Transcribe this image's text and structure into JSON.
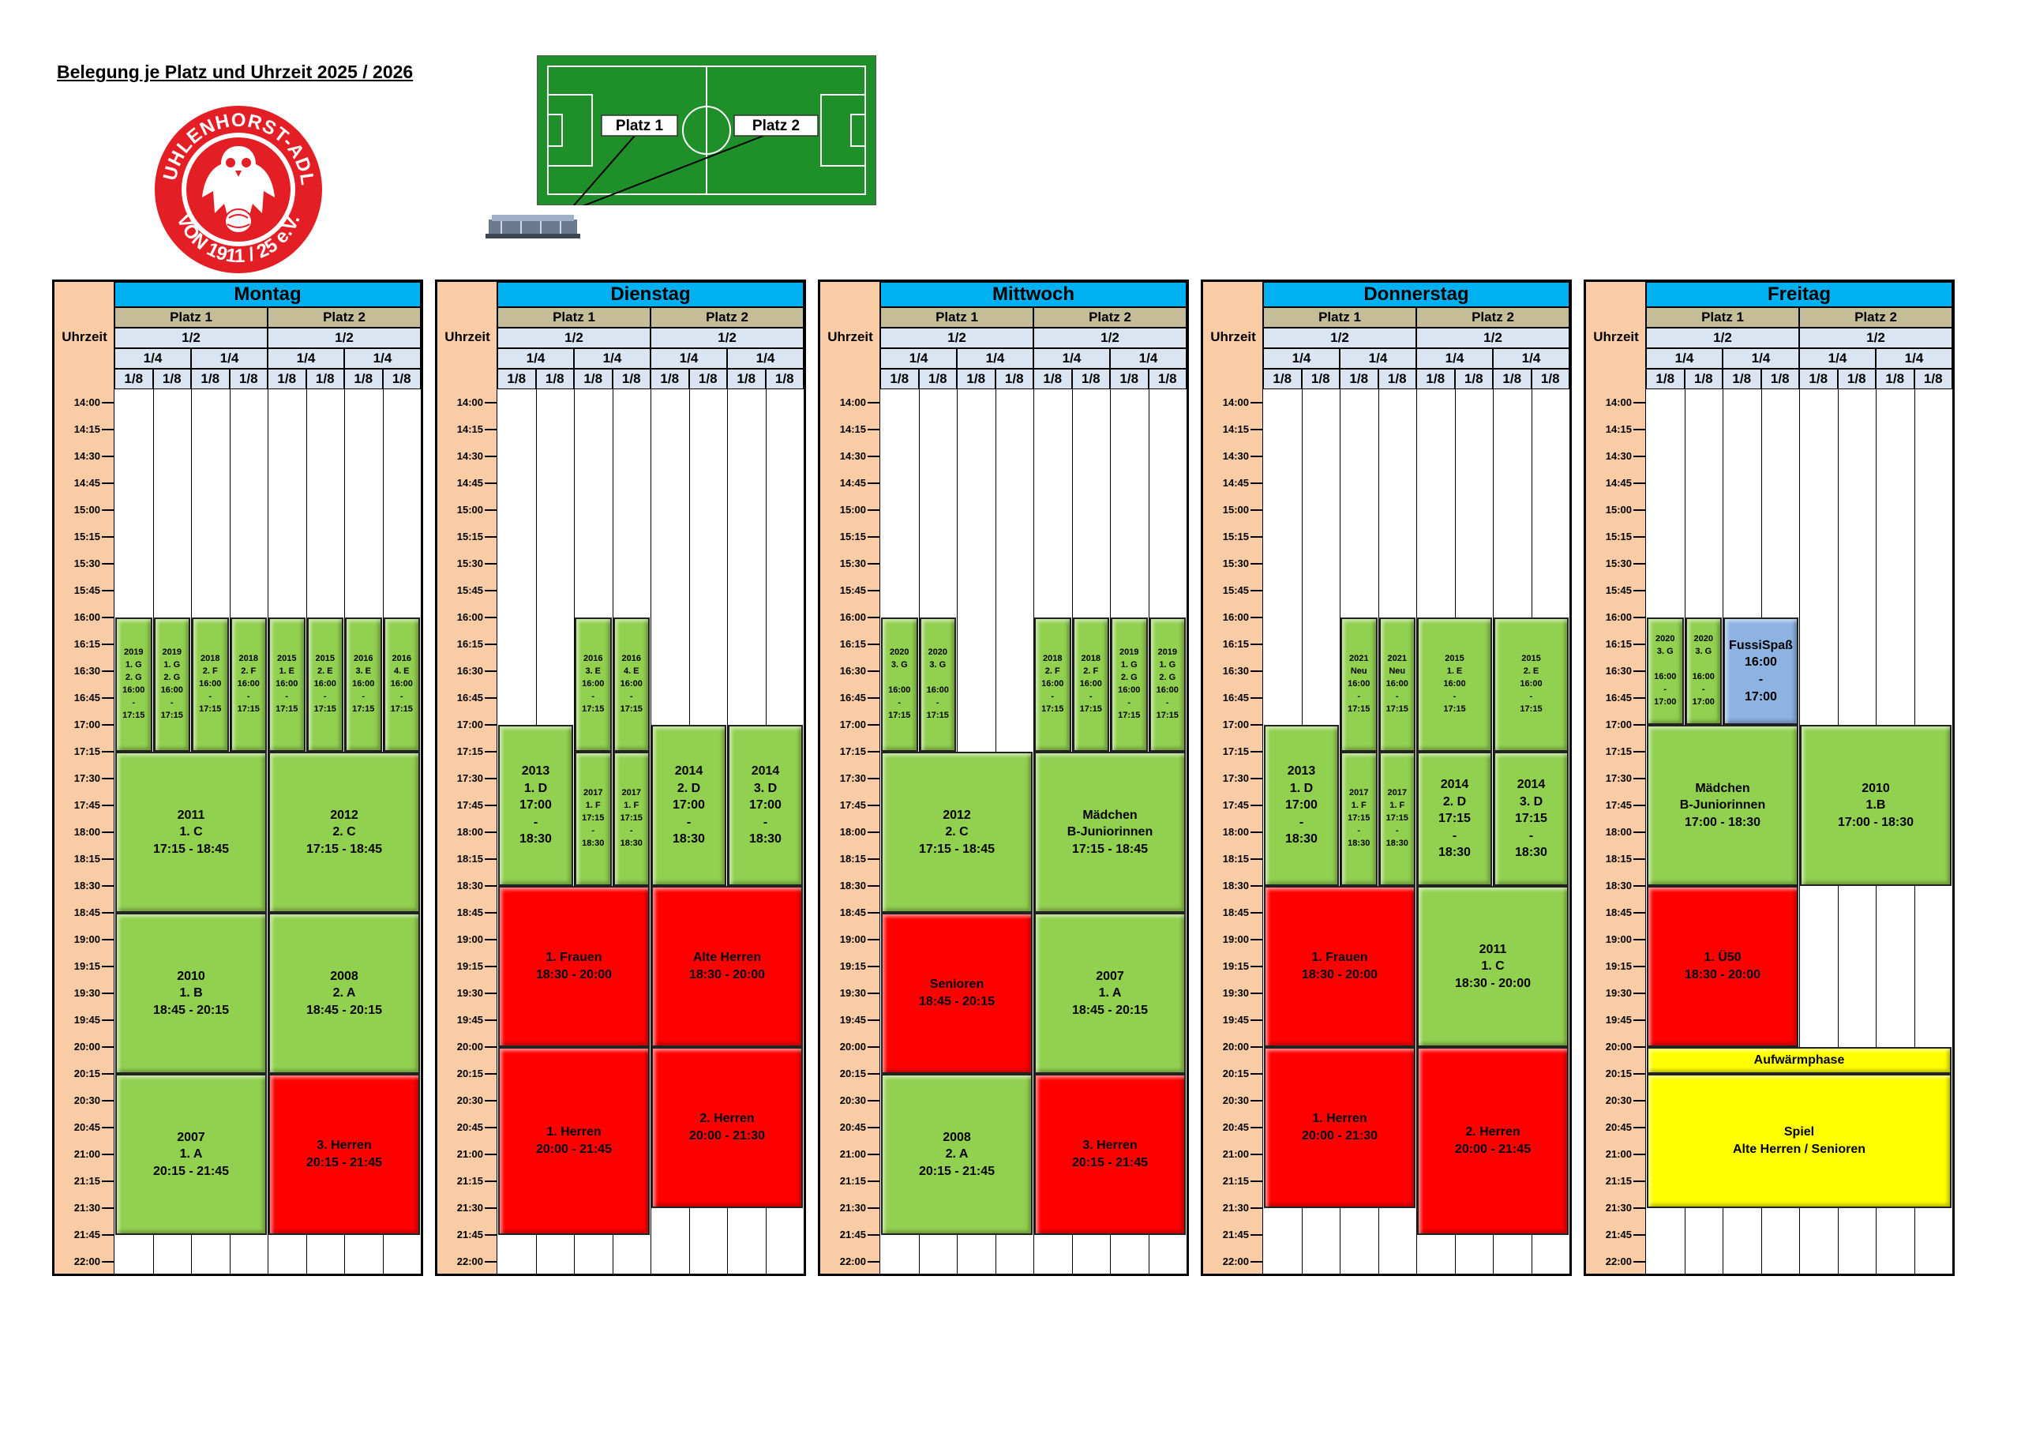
{
  "title": "Belegung je Platz und Uhrzeit 2025 / 2026",
  "logo": {
    "text_top": "SV UHLENHORST-ADLER",
    "text_bottom": "VON 1911 / 25 e.V."
  },
  "field": {
    "platz1": "Platz 1",
    "platz2": "Platz 2"
  },
  "colors": {
    "header_day": "#00b0f0",
    "header_platz": "#c4bd97",
    "header_split": "#dbe5f1",
    "time_col": "#f9cca6",
    "green": "#92d050",
    "red": "#ff0000",
    "yellow": "#ffff00",
    "blue": "#8db3e2"
  },
  "headers": {
    "uhrzeit": "Uhrzeit",
    "platz1": "Platz 1",
    "platz2": "Platz 2",
    "half": "1/2",
    "quarter": "1/4",
    "eighth": "1/8"
  },
  "times": [
    "14:00",
    "14:15",
    "14:30",
    "14:45",
    "15:00",
    "15:15",
    "15:30",
    "15:45",
    "16:00",
    "16:15",
    "16:30",
    "16:45",
    "17:00",
    "17:15",
    "17:30",
    "17:45",
    "18:00",
    "18:15",
    "18:30",
    "18:45",
    "19:00",
    "19:15",
    "19:30",
    "19:45",
    "20:00",
    "20:15",
    "20:30",
    "20:45",
    "21:00",
    "21:15",
    "21:30",
    "21:45",
    "22:00"
  ],
  "days": [
    {
      "name": "Montag",
      "blocks": [
        {
          "c0": 0,
          "c1": 1,
          "t0": "16:00",
          "t1": "17:15",
          "color": "green",
          "size": "small",
          "text": "2019\n1. G\n2. G\n16:00\n-\n17:15"
        },
        {
          "c0": 1,
          "c1": 2,
          "t0": "16:00",
          "t1": "17:15",
          "color": "green",
          "size": "small",
          "text": "2019\n1. G\n2. G\n16:00\n-\n17:15"
        },
        {
          "c0": 2,
          "c1": 3,
          "t0": "16:00",
          "t1": "17:15",
          "color": "green",
          "size": "small",
          "text": "2018\n2. F\n16:00\n-\n17:15"
        },
        {
          "c0": 3,
          "c1": 4,
          "t0": "16:00",
          "t1": "17:15",
          "color": "green",
          "size": "small",
          "text": "2018\n2. F\n16:00\n-\n17:15"
        },
        {
          "c0": 4,
          "c1": 5,
          "t0": "16:00",
          "t1": "17:15",
          "color": "green",
          "size": "small",
          "text": "2015\n1. E\n16:00\n-\n17:15"
        },
        {
          "c0": 5,
          "c1": 6,
          "t0": "16:00",
          "t1": "17:15",
          "color": "green",
          "size": "small",
          "text": "2015\n2. E\n16:00\n-\n17:15"
        },
        {
          "c0": 6,
          "c1": 7,
          "t0": "16:00",
          "t1": "17:15",
          "color": "green",
          "size": "small",
          "text": "2016\n3. E\n16:00\n-\n17:15"
        },
        {
          "c0": 7,
          "c1": 8,
          "t0": "16:00",
          "t1": "17:15",
          "color": "green",
          "size": "small",
          "text": "2016\n4. E\n16:00\n-\n17:15"
        },
        {
          "c0": 0,
          "c1": 4,
          "t0": "17:15",
          "t1": "18:45",
          "color": "green",
          "size": "big",
          "text": "2011\n1. C\n17:15 - 18:45"
        },
        {
          "c0": 4,
          "c1": 8,
          "t0": "17:15",
          "t1": "18:45",
          "color": "green",
          "size": "big",
          "text": "2012\n2. C\n17:15 - 18:45"
        },
        {
          "c0": 0,
          "c1": 4,
          "t0": "18:45",
          "t1": "20:15",
          "color": "green",
          "size": "big",
          "text": "2010\n1. B\n18:45 - 20:15"
        },
        {
          "c0": 4,
          "c1": 8,
          "t0": "18:45",
          "t1": "20:15",
          "color": "green",
          "size": "big",
          "text": "2008\n2. A\n18:45 - 20:15"
        },
        {
          "c0": 0,
          "c1": 4,
          "t0": "20:15",
          "t1": "21:45",
          "color": "green",
          "size": "big",
          "text": "2007\n1. A\n20:15 - 21:45"
        },
        {
          "c0": 4,
          "c1": 8,
          "t0": "20:15",
          "t1": "21:45",
          "color": "red",
          "size": "big",
          "text": "3. Herren\n20:15 - 21:45"
        }
      ]
    },
    {
      "name": "Dienstag",
      "blocks": [
        {
          "c0": 2,
          "c1": 3,
          "t0": "16:00",
          "t1": "17:15",
          "color": "green",
          "size": "small",
          "text": "2016\n3. E\n16:00\n-\n17:15"
        },
        {
          "c0": 3,
          "c1": 4,
          "t0": "16:00",
          "t1": "17:15",
          "color": "green",
          "size": "small",
          "text": "2016\n4. E\n16:00\n-\n17:15"
        },
        {
          "c0": 0,
          "c1": 2,
          "t0": "17:00",
          "t1": "18:30",
          "color": "green",
          "size": "big",
          "text": "2013\n1. D\n17:00\n-\n18:30"
        },
        {
          "c0": 2,
          "c1": 3,
          "t0": "17:15",
          "t1": "18:30",
          "color": "green",
          "size": "small",
          "text": "2017\n1. F\n17:15\n-\n18:30"
        },
        {
          "c0": 3,
          "c1": 4,
          "t0": "17:15",
          "t1": "18:30",
          "color": "green",
          "size": "small",
          "text": "2017\n1. F\n17:15\n-\n18:30"
        },
        {
          "c0": 4,
          "c1": 6,
          "t0": "17:00",
          "t1": "18:30",
          "color": "green",
          "size": "big",
          "text": "2014\n2. D\n17:00\n-\n18:30"
        },
        {
          "c0": 6,
          "c1": 8,
          "t0": "17:00",
          "t1": "18:30",
          "color": "green",
          "size": "big",
          "text": "2014\n3. D\n17:00\n-\n18:30"
        },
        {
          "c0": 0,
          "c1": 4,
          "t0": "18:30",
          "t1": "20:00",
          "color": "red",
          "size": "big",
          "text": "1. Frauen\n18:30 - 20:00"
        },
        {
          "c0": 4,
          "c1": 8,
          "t0": "18:30",
          "t1": "20:00",
          "color": "red",
          "size": "big",
          "text": "Alte Herren\n18:30 - 20:00"
        },
        {
          "c0": 0,
          "c1": 4,
          "t0": "20:00",
          "t1": "21:45",
          "color": "red",
          "size": "big",
          "text": "1. Herren\n20:00 - 21:45"
        },
        {
          "c0": 4,
          "c1": 8,
          "t0": "20:00",
          "t1": "21:30",
          "color": "red",
          "size": "big",
          "text": "2. Herren\n20:00 - 21:30"
        }
      ]
    },
    {
      "name": "Mittwoch",
      "blocks": [
        {
          "c0": 0,
          "c1": 1,
          "t0": "16:00",
          "t1": "17:15",
          "color": "green",
          "size": "small",
          "text": "2020\n3. G\n\n16:00\n-\n17:15"
        },
        {
          "c0": 1,
          "c1": 2,
          "t0": "16:00",
          "t1": "17:15",
          "color": "green",
          "size": "small",
          "text": "2020\n3. G\n\n16:00\n-\n17:15"
        },
        {
          "c0": 4,
          "c1": 5,
          "t0": "16:00",
          "t1": "17:15",
          "color": "green",
          "size": "small",
          "text": "2018\n2. F\n16:00\n-\n17:15"
        },
        {
          "c0": 5,
          "c1": 6,
          "t0": "16:00",
          "t1": "17:15",
          "color": "green",
          "size": "small",
          "text": "2018\n2. F\n16:00\n-\n17:15"
        },
        {
          "c0": 6,
          "c1": 7,
          "t0": "16:00",
          "t1": "17:15",
          "color": "green",
          "size": "small",
          "text": "2019\n1. G\n2. G\n16:00\n-\n17:15"
        },
        {
          "c0": 7,
          "c1": 8,
          "t0": "16:00",
          "t1": "17:15",
          "color": "green",
          "size": "small",
          "text": "2019\n1. G\n2. G\n16:00\n-\n17:15"
        },
        {
          "c0": 0,
          "c1": 4,
          "t0": "17:15",
          "t1": "18:45",
          "color": "green",
          "size": "big",
          "text": "2012\n2. C\n17:15 - 18:45"
        },
        {
          "c0": 4,
          "c1": 8,
          "t0": "17:15",
          "t1": "18:45",
          "color": "green",
          "size": "big",
          "text": "Mädchen\nB-Juniorinnen\n17:15 - 18:45"
        },
        {
          "c0": 0,
          "c1": 4,
          "t0": "18:45",
          "t1": "20:15",
          "color": "red",
          "size": "big",
          "text": "Senioren\n18:45 - 20:15"
        },
        {
          "c0": 4,
          "c1": 8,
          "t0": "18:45",
          "t1": "20:15",
          "color": "green",
          "size": "big",
          "text": "2007\n1. A\n18:45 - 20:15"
        },
        {
          "c0": 0,
          "c1": 4,
          "t0": "20:15",
          "t1": "21:45",
          "color": "green",
          "size": "big",
          "text": "2008\n2. A\n20:15 - 21:45"
        },
        {
          "c0": 4,
          "c1": 8,
          "t0": "20:15",
          "t1": "21:45",
          "color": "red",
          "size": "big",
          "text": "3. Herren\n20:15 - 21:45"
        }
      ]
    },
    {
      "name": "Donnerstag",
      "blocks": [
        {
          "c0": 2,
          "c1": 3,
          "t0": "16:00",
          "t1": "17:15",
          "color": "green",
          "size": "small",
          "text": "2021\nNeu\n16:00\n-\n17:15"
        },
        {
          "c0": 3,
          "c1": 4,
          "t0": "16:00",
          "t1": "17:15",
          "color": "green",
          "size": "small",
          "text": "2021\nNeu\n16:00\n-\n17:15"
        },
        {
          "c0": 4,
          "c1": 6,
          "t0": "16:00",
          "t1": "17:15",
          "color": "green",
          "size": "small",
          "text": "2015\n1. E\n16:00\n-\n17:15"
        },
        {
          "c0": 6,
          "c1": 8,
          "t0": "16:00",
          "t1": "17:15",
          "color": "green",
          "size": "small",
          "text": "2015\n2. E\n16:00\n-\n17:15"
        },
        {
          "c0": 0,
          "c1": 2,
          "t0": "17:00",
          "t1": "18:30",
          "color": "green",
          "size": "big",
          "text": "2013\n1. D\n17:00\n-\n18:30"
        },
        {
          "c0": 2,
          "c1": 3,
          "t0": "17:15",
          "t1": "18:30",
          "color": "green",
          "size": "small",
          "text": "2017\n1. F\n17:15\n-\n18:30"
        },
        {
          "c0": 3,
          "c1": 4,
          "t0": "17:15",
          "t1": "18:30",
          "color": "green",
          "size": "small",
          "text": "2017\n1. F\n17:15\n-\n18:30"
        },
        {
          "c0": 4,
          "c1": 6,
          "t0": "17:15",
          "t1": "18:30",
          "color": "green",
          "size": "big",
          "text": "2014\n2. D\n17:15\n-\n18:30"
        },
        {
          "c0": 6,
          "c1": 8,
          "t0": "17:15",
          "t1": "18:30",
          "color": "green",
          "size": "big",
          "text": "2014\n3. D\n17:15\n-\n18:30"
        },
        {
          "c0": 0,
          "c1": 4,
          "t0": "18:30",
          "t1": "20:00",
          "color": "red",
          "size": "big",
          "text": "1. Frauen\n18:30 - 20:00"
        },
        {
          "c0": 4,
          "c1": 8,
          "t0": "18:30",
          "t1": "20:00",
          "color": "green",
          "size": "big",
          "text": "2011\n1. C\n18:30 - 20:00"
        },
        {
          "c0": 0,
          "c1": 4,
          "t0": "20:00",
          "t1": "21:30",
          "color": "red",
          "size": "big",
          "text": "1. Herren\n20:00 - 21:30"
        },
        {
          "c0": 4,
          "c1": 8,
          "t0": "20:00",
          "t1": "21:45",
          "color": "red",
          "size": "big",
          "text": "2. Herren\n20:00 - 21:45"
        }
      ]
    },
    {
      "name": "Freitag",
      "blocks": [
        {
          "c0": 0,
          "c1": 1,
          "t0": "16:00",
          "t1": "17:00",
          "color": "green",
          "size": "small",
          "text": "2020\n3. G\n\n16:00\n-\n17:00"
        },
        {
          "c0": 1,
          "c1": 2,
          "t0": "16:00",
          "t1": "17:00",
          "color": "green",
          "size": "small",
          "text": "2020\n3. G\n\n16:00\n-\n17:00"
        },
        {
          "c0": 2,
          "c1": 4,
          "t0": "16:00",
          "t1": "17:00",
          "color": "blue",
          "size": "big",
          "text": "FussiSpaß\n16:00\n-\n17:00"
        },
        {
          "c0": 0,
          "c1": 4,
          "t0": "17:00",
          "t1": "18:30",
          "color": "green",
          "size": "big",
          "text": "Mädchen\nB-Juniorinnen\n17:00 - 18:30"
        },
        {
          "c0": 4,
          "c1": 8,
          "t0": "17:00",
          "t1": "18:30",
          "color": "green",
          "size": "big",
          "text": "2010\n1.B\n17:00 - 18:30"
        },
        {
          "c0": 0,
          "c1": 4,
          "t0": "18:30",
          "t1": "20:00",
          "color": "red",
          "size": "big",
          "text": "1. Ü50\n18:30 - 20:00"
        },
        {
          "c0": 0,
          "c1": 8,
          "t0": "20:00",
          "t1": "20:15",
          "color": "yellow",
          "size": "big",
          "text": "Aufwärmphase"
        },
        {
          "c0": 0,
          "c1": 8,
          "t0": "20:15",
          "t1": "21:30",
          "color": "yellow",
          "size": "big",
          "text": "Spiel\nAlte Herren / Senioren"
        }
      ]
    }
  ]
}
